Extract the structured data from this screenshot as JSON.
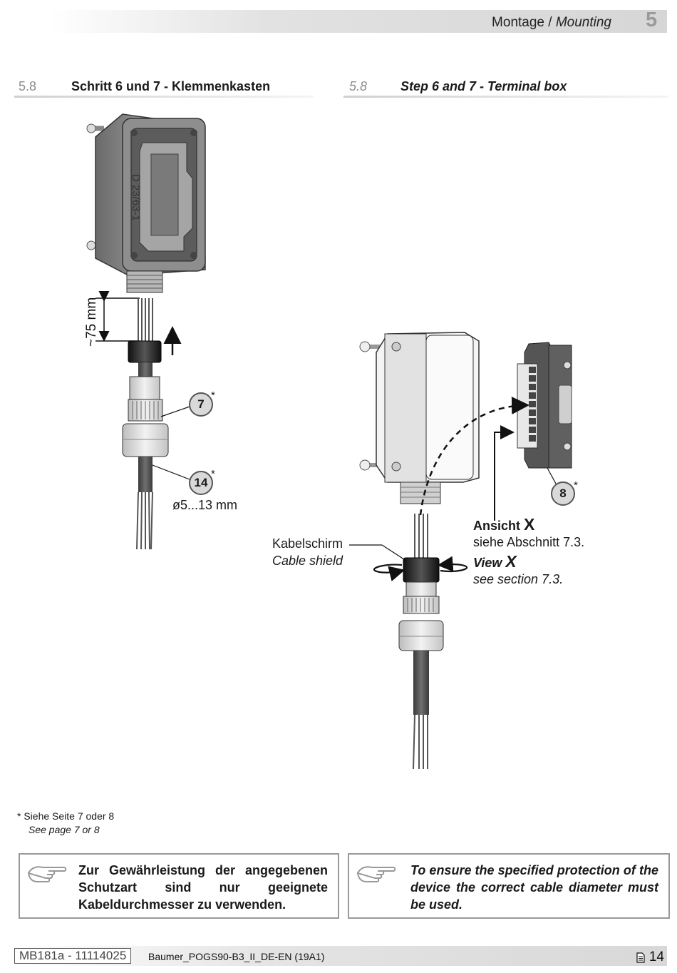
{
  "header": {
    "title_de": "Montage / ",
    "title_en": "Mounting",
    "chapter": "5"
  },
  "sections": {
    "de": {
      "number": "5.8",
      "title": "Schritt 6 und 7 - Klemmenkasten"
    },
    "en": {
      "number": "5.8",
      "title": "Step 6 and 7 - Terminal box"
    }
  },
  "figure_left": {
    "dimension": "~75 mm",
    "callout_7": "7",
    "callout_14": "14",
    "asterisk": "*",
    "diameter": "ø5...13 mm",
    "housing_marking": "D 23/63-1"
  },
  "figure_right": {
    "shield_de": "Kabelschirm",
    "shield_en": "Cable shield",
    "callout_8": "8",
    "asterisk": "*",
    "view_de": "Ansicht ",
    "view_de_letter": "X",
    "view_de_ref": "siehe Abschnitt 7.3.",
    "view_en": "View ",
    "view_en_letter": "X",
    "view_en_ref": "see section 7.3."
  },
  "footnote": {
    "de": "*  Siehe Seite 7 oder 8",
    "en": "See page 7 or 8"
  },
  "notes": {
    "de": "Zur Gewährleistung der angegebenen Schutzart sind nur geeignete Kabeldurchmesser zu verwenden.",
    "en": "To ensure the specified protection of the device the correct cable diameter must be used."
  },
  "footer": {
    "doc_code": "MB181a - 11114025",
    "file": "Baumer_POGS90-B3_II_DE-EN (19A1)",
    "page": "14"
  },
  "icons": {
    "note": "pointing-hand-icon",
    "page": "page-icon"
  }
}
